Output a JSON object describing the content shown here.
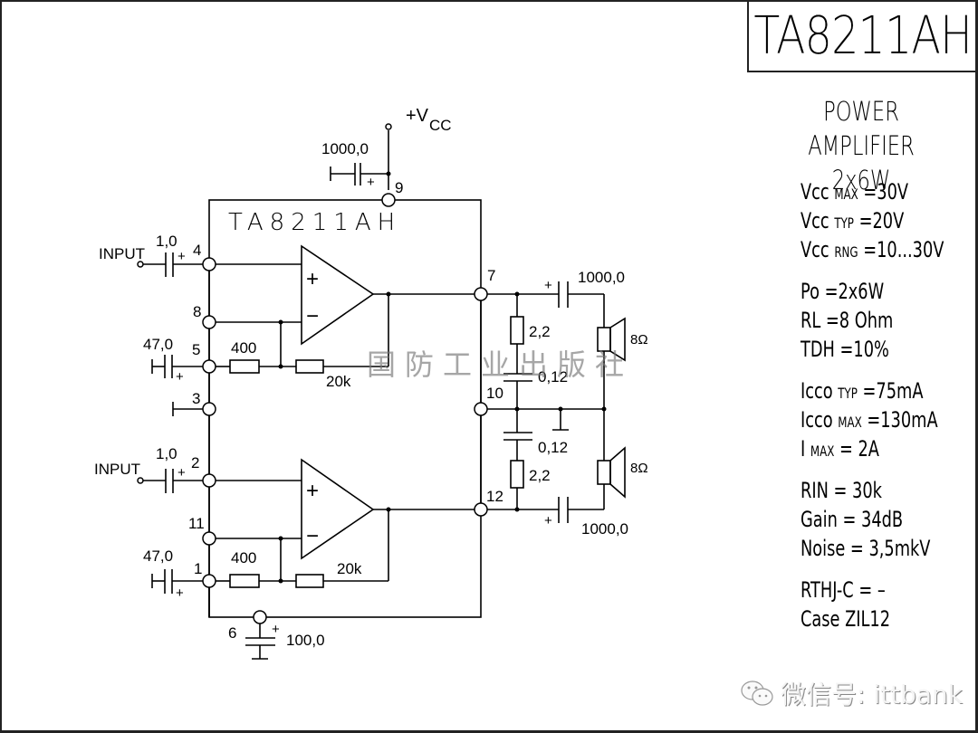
{
  "chip": {
    "part_number": "TA8211AH",
    "title_lines": [
      "POWER AMPLIFIER",
      "2x6W"
    ]
  },
  "specs": [
    {
      "name": "Vcc",
      "sub": "MAX",
      "value": "=30V"
    },
    {
      "name": "Vcc",
      "sub": "TYP",
      "value": "=20V"
    },
    {
      "name": "Vcc",
      "sub": "RNG",
      "value": "=10...30V"
    },
    {
      "gap": true
    },
    {
      "name": "Po",
      "sub": "",
      "value": "=2x6W"
    },
    {
      "name": "RL",
      "sub": "",
      "value": "=8 Ohm"
    },
    {
      "name": "TDH",
      "sub": "",
      "value": "=10%"
    },
    {
      "gap": true
    },
    {
      "name": "Icco",
      "sub": "TYP",
      "value": "=75mA"
    },
    {
      "name": "Icco",
      "sub": "MAX",
      "value": "=130mA"
    },
    {
      "name": "I",
      "sub": "MAX",
      "value": "=   2A"
    },
    {
      "gap": true
    },
    {
      "name": "RIN",
      "sub": "",
      "value": "= 30k"
    },
    {
      "name": "Gain",
      "sub": "",
      "value": "= 34dB"
    },
    {
      "name": "Noise",
      "sub": "",
      "value": "= 3,5mkV"
    },
    {
      "gap": true
    },
    {
      "name": "RTHJ-C",
      "sub": "",
      "value": "= –"
    },
    {
      "name": "Case",
      "sub": "",
      "value": "ZIL12"
    }
  ],
  "schematic": {
    "ic_label": "TA8211AH",
    "supply_label": "+V",
    "supply_sub": "CC",
    "input_label": "INPUT",
    "pins": {
      "p1": "1",
      "p2": "2",
      "p3": "3",
      "p4": "4",
      "p5": "5",
      "p6": "6",
      "p7": "7",
      "p8": "8",
      "p9": "9",
      "p10": "10",
      "p11": "11",
      "p12": "12"
    },
    "components": {
      "c_supply": "1000,0",
      "c_in1": "1,0",
      "c_in2": "1,0",
      "c_fb1": "47,0",
      "c_fb2": "47,0",
      "r_in1": "400",
      "r_in2": "400",
      "r_fb1": "20k",
      "r_fb2": "20k",
      "c_out1": "1000,0",
      "c_out2": "1000,0",
      "r_zob1": "2,2",
      "r_zob2": "2,2",
      "c_zob1": "0,12",
      "c_zob2": "0,12",
      "c_ripple": "100,0",
      "speaker1": "8Ω",
      "speaker2": "8Ω"
    },
    "plus": "+",
    "minus": "−",
    "publisher_watermark": "国防工业出版社"
  },
  "watermark": {
    "text": "微信号: ittbank",
    "icon": "wechat-icon"
  }
}
